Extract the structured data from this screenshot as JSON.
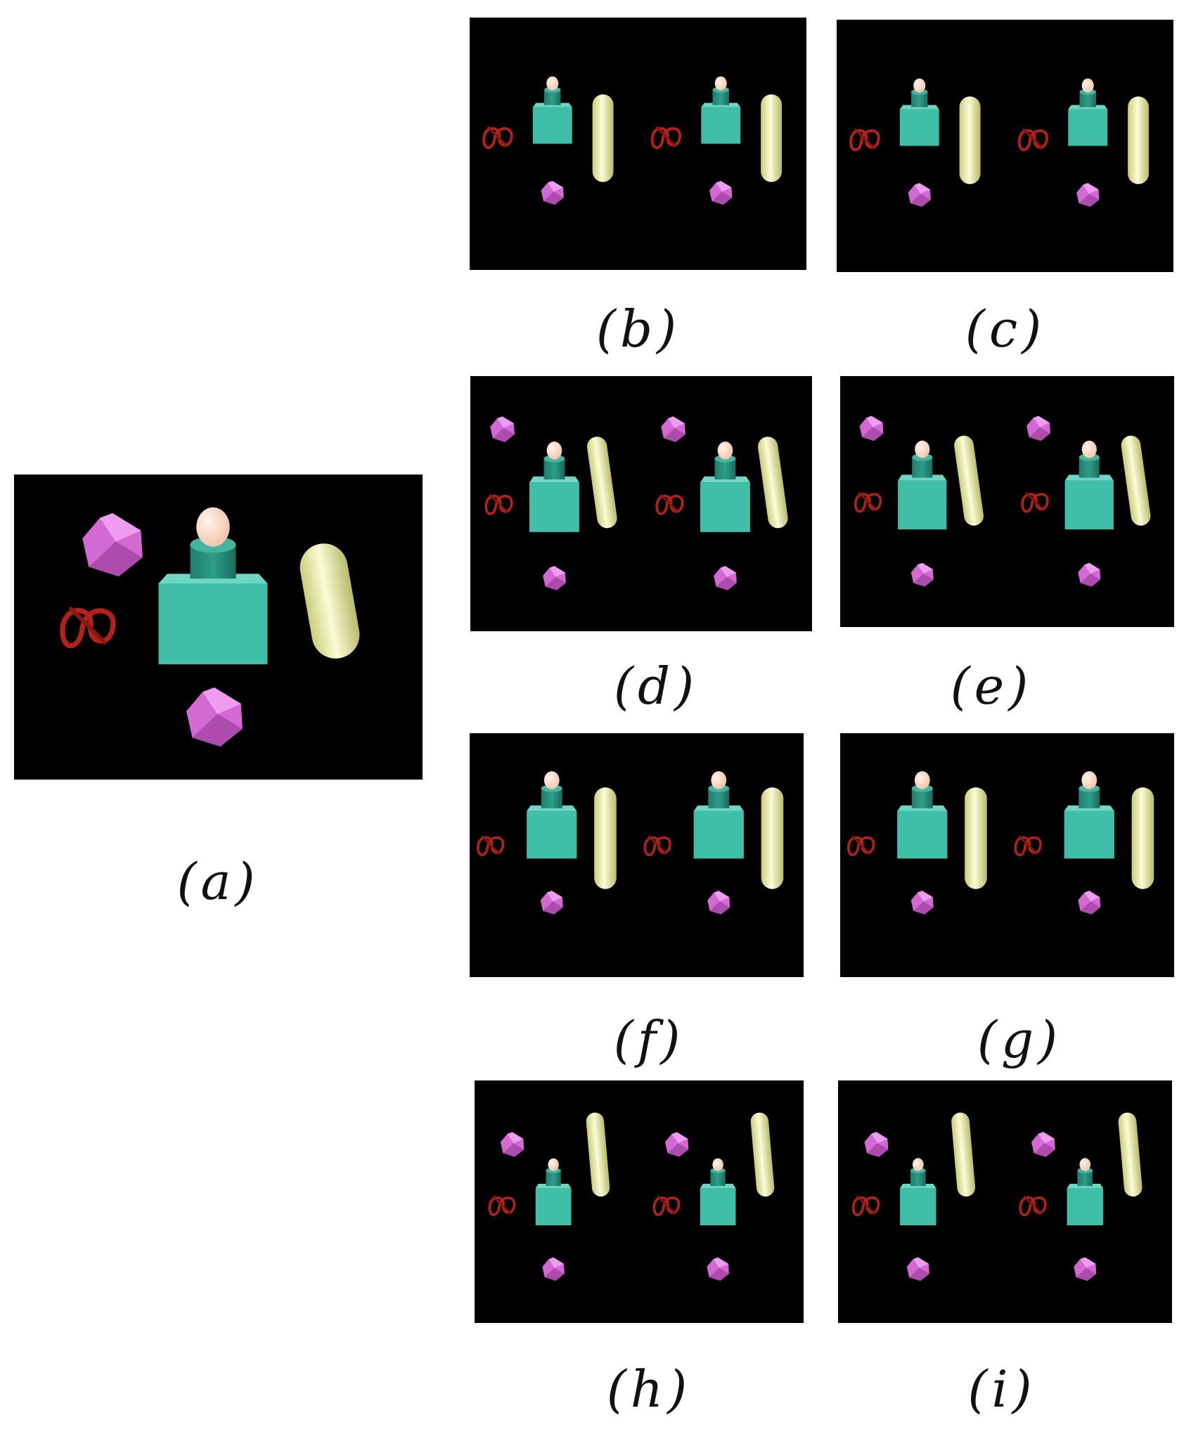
{
  "figure": {
    "panels": [
      {
        "id": "a",
        "caption": "(a)",
        "views": 1,
        "layout": "original"
      },
      {
        "id": "b",
        "caption": "(b)",
        "views": 2,
        "layout": "small"
      },
      {
        "id": "c",
        "caption": "(c)",
        "views": 2,
        "layout": "small"
      },
      {
        "id": "d",
        "caption": "(d)",
        "views": 2,
        "layout": "crystals"
      },
      {
        "id": "e",
        "caption": "(e)",
        "views": 2,
        "layout": "crystals"
      },
      {
        "id": "f",
        "caption": "(f)",
        "views": 2,
        "layout": "large"
      },
      {
        "id": "g",
        "caption": "(g)",
        "views": 2,
        "layout": "large"
      },
      {
        "id": "h",
        "caption": "(h)",
        "views": 2,
        "layout": "crystals-small"
      },
      {
        "id": "i",
        "caption": "(i)",
        "views": 2,
        "layout": "crystals-small"
      }
    ],
    "colors": {
      "background": "#000000",
      "knot": "#b3211b",
      "crystal": "#d36ad4",
      "block": "#3fbfa8",
      "cylinder": "#2e9d89",
      "sphere": "#f2c7ae",
      "capsule": "#eef0a9"
    }
  }
}
